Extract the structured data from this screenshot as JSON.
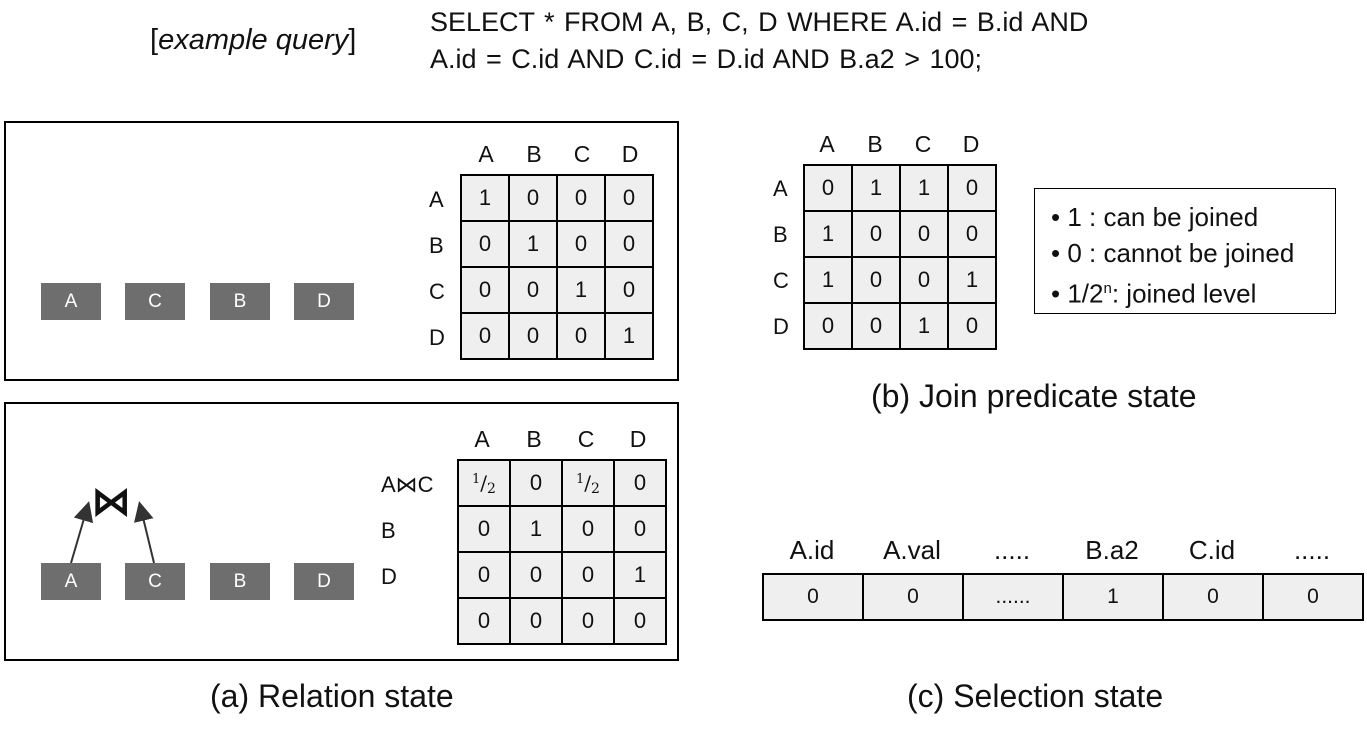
{
  "query": {
    "tag": "example query",
    "line1": "SELECT * FROM   A, B, C, D   WHERE   A.id = B.id   AND",
    "line2": "A.id = C.id   AND   C.id = D.id   AND  B.a2 > 100;"
  },
  "panel_a_top": {
    "relations": [
      "A",
      "C",
      "B",
      "D"
    ],
    "col_headers": [
      "A",
      "B",
      "C",
      "D"
    ],
    "row_labels": [
      "A",
      "B",
      "C",
      "D"
    ],
    "matrix": [
      [
        "1",
        "0",
        "0",
        "0"
      ],
      [
        "0",
        "1",
        "0",
        "0"
      ],
      [
        "0",
        "0",
        "1",
        "0"
      ],
      [
        "0",
        "0",
        "0",
        "1"
      ]
    ]
  },
  "panel_a_bottom": {
    "join_symbol": "⋈",
    "relations": [
      "A",
      "C",
      "B",
      "D"
    ],
    "col_headers": [
      "A",
      "B",
      "C",
      "D"
    ],
    "row_labels": [
      "A⋈C",
      "B",
      "D",
      ""
    ],
    "half": {
      "num": "1",
      "den": "2"
    },
    "matrix": [
      [
        "half",
        "0",
        "half",
        "0"
      ],
      [
        "0",
        "1",
        "0",
        "0"
      ],
      [
        "0",
        "0",
        "0",
        "1"
      ],
      [
        "0",
        "0",
        "0",
        "0"
      ]
    ]
  },
  "panel_b": {
    "col_headers": [
      "A",
      "B",
      "C",
      "D"
    ],
    "row_labels": [
      "A",
      "B",
      "C",
      "D"
    ],
    "matrix": [
      [
        "0",
        "1",
        "1",
        "0"
      ],
      [
        "1",
        "0",
        "0",
        "0"
      ],
      [
        "1",
        "0",
        "0",
        "1"
      ],
      [
        "0",
        "0",
        "1",
        "0"
      ]
    ],
    "legend": {
      "item1": "1 : can be joined",
      "item2": "0 : cannot be joined",
      "item3_base": "1/2",
      "item3_sup": "n",
      "item3_rest": ": joined level",
      "bullet": "•"
    }
  },
  "panel_c": {
    "headers": [
      "A.id",
      "A.val",
      ".....",
      "B.a2",
      "C.id",
      "....."
    ],
    "values": [
      "0",
      "0",
      "......",
      "1",
      "0",
      "0"
    ]
  },
  "captions": {
    "a": "(a) Relation state",
    "b": "(b) Join predicate state",
    "c": "(c) Selection state"
  },
  "colors": {
    "relation_box": "#6e6e6e",
    "cell_fill": "#efefef"
  }
}
